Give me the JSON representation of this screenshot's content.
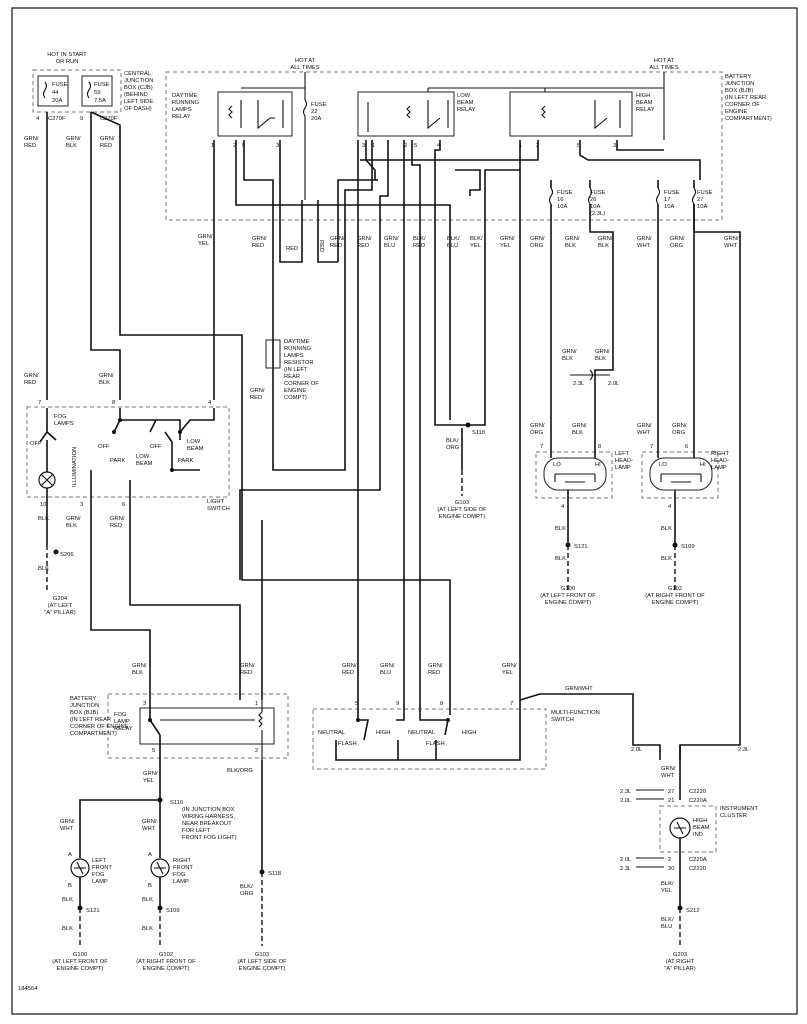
{
  "figure_id": "184564",
  "components": {
    "cjb": {
      "top_label": [
        "HOT IN START",
        "OR RUN"
      ],
      "fuse44": [
        "FUSE",
        "44",
        "20A"
      ],
      "fuse59": [
        "FUSE",
        "59",
        "7.5A"
      ],
      "desc": [
        "CENTRAL",
        "JUNCTION",
        "BOX (CJB)",
        "(BEHIND",
        "LEFT SIDE",
        "OF DASH)"
      ],
      "conn_left": "C270F",
      "conn_right": "C270F",
      "pin4": "4",
      "pin9": "9"
    },
    "hot_all_times_left": [
      "HOT AT",
      "ALL TIMES"
    ],
    "hot_all_times_right": [
      "HOT AT",
      "ALL TIMES"
    ],
    "bjb_top": [
      "BATTERY",
      "JUNCTION",
      "BOX (BJB)",
      "(IN LEFT REAR",
      "CORNER OF",
      "ENGINE",
      "COMPARTMENT)"
    ],
    "drl_relay": {
      "label": [
        "DAYTIME",
        "RUNNING",
        "LAMPS",
        "RELAY"
      ],
      "pins": [
        "1",
        "2",
        "5",
        "3"
      ]
    },
    "fuse22": [
      "FUSE",
      "22",
      "20A"
    ],
    "low_beam_relay": {
      "label": [
        "LOW",
        "BEAM",
        "RELAY"
      ],
      "pins": [
        "3",
        "1",
        "2",
        "5",
        "4"
      ]
    },
    "high_beam_relay": {
      "label": [
        "HIGH",
        "BEAM",
        "RELAY"
      ],
      "pins": [
        "1",
        "2",
        "5",
        "3"
      ]
    },
    "fuse16": [
      "FUSE",
      "16",
      "10A"
    ],
    "fuse26": [
      "FUSE",
      "26",
      "10A",
      "(2.3L)"
    ],
    "fuse17": [
      "FUSE",
      "17",
      "10A"
    ],
    "fuse27": [
      "FUSE",
      "27",
      "10A"
    ],
    "drl_resistor": [
      "DAYTIME",
      "RUNNING",
      "LAMPS",
      "RESISTOR",
      "(IN LEFT",
      "REAR",
      "CORNER OF",
      "ENGINE",
      "COMPT)"
    ],
    "light_switch": {
      "label": [
        "LIGHT",
        "SWITCH"
      ],
      "fog_lamps": [
        "FOG",
        "LAMPS"
      ],
      "off1": "OFF",
      "off2": "OFF",
      "park1": "PARK",
      "low_beam1": [
        "LOW",
        "BEAM"
      ],
      "off3": "OFF",
      "park2": "PARK",
      "low_beam2": [
        "LOW",
        "BEAM"
      ],
      "illumination": "ILLUMINATION",
      "pins": [
        "7",
        "8",
        "4",
        "10",
        "3",
        "6"
      ]
    },
    "s118_top": "S118",
    "g103_top": [
      "G103",
      "(AT LEFT SIDE OF",
      "ENGINE COMPT)"
    ],
    "s206": "S206",
    "g204": [
      "G204",
      "(AT LEFT",
      "\"A\" PILLAR)"
    ],
    "left_headlamp": {
      "label": [
        "LEFT",
        "HEAD-",
        "LAMP"
      ],
      "lo": "LO",
      "hi": "HI",
      "pins": [
        "7",
        "8",
        "4"
      ]
    },
    "right_headlamp": {
      "label": [
        "RIGHT",
        "HEAD-",
        "LAMP"
      ],
      "lo": "LO",
      "hi": "HI",
      "pins": [
        "7",
        "6",
        "4"
      ]
    },
    "s121_top": "S121",
    "g100_top": [
      "G100",
      "(AT LEFT FRONT OF",
      "ENGINE COMPT)"
    ],
    "s109_top": "S109",
    "g102_top": [
      "G102",
      "(AT RIGHT FRONT OF",
      "ENGINE COMPT)"
    ],
    "fog_relay": {
      "bjb": [
        "BATTERY",
        "JUNCTION",
        "BOX (BJB)",
        "(IN LEFT REAR",
        "CORNER OF ENGINE",
        "COMPARTMENT)"
      ],
      "label": [
        "FOG",
        "LAMP",
        "RELAY"
      ],
      "pins": [
        "3",
        "1",
        "5",
        "2"
      ]
    },
    "mfs": {
      "label": [
        "MULTI-FUNCTION",
        "SWITCH"
      ],
      "neutral1": "NEUTRAL",
      "flash1": "FLASH",
      "high1": "HIGH",
      "neutral2": "NEUTRAL",
      "flash2": "FLASH",
      "high2": "HIGH",
      "pins": [
        "5",
        "9",
        "8",
        "7"
      ]
    },
    "s110": [
      "S110",
      "(IN JUNCTION BOX",
      "WIRING HARNESS,",
      "NEAR BREAKOUT",
      "FOR LEFT",
      "FRONT FOG LIGHT)"
    ],
    "left_fog": [
      "LEFT",
      "FRONT",
      "FOG",
      "LAMP"
    ],
    "right_fog": [
      "RIGHT",
      "FRONT",
      "FOG",
      "LAMP"
    ],
    "fog_pins": [
      "A",
      "B",
      "A",
      "B"
    ],
    "s121_bot": "S121",
    "s109_bot": "S109",
    "s118_bot": "S118",
    "g100_bot": [
      "G100",
      "(AT LEFT FRONT OF",
      "ENGINE COMPT)"
    ],
    "g102_bot": [
      "G102",
      "(AT RIGHT FRONT OF",
      "ENGINE COMPT)"
    ],
    "g103_bot": [
      "G103",
      "(AT LEFT SIDE OF",
      "ENGINE COMPT)"
    ],
    "cluster": {
      "label": [
        "INSTRUMENT",
        "CLUSTER"
      ],
      "lamp": [
        "HIGH",
        "BEAM",
        "IND"
      ],
      "rows": [
        [
          "2.3L",
          "27",
          "C2220"
        ],
        [
          "2.0L",
          "21",
          "C220A"
        ],
        [
          "2.0L",
          "2",
          "C220A"
        ],
        [
          "2.3L",
          "30",
          "C2220"
        ]
      ]
    },
    "s212": "S212",
    "g203": [
      "G203",
      "(AT RIGHT",
      "\"A\" PILLAR)"
    ]
  },
  "wires": {
    "w_grn_red_a": [
      "GRN/",
      "RED"
    ],
    "w_grn_blk_a": [
      "GRN/",
      "BLK"
    ],
    "w_grn_red_b": [
      "GRN/",
      "RED"
    ],
    "w_grn_yel_a": [
      "GRN/",
      "YEL"
    ],
    "w_grn_red_c": [
      "GRN/",
      "RED"
    ],
    "w_red_a": "RED",
    "w_red_b": "RED",
    "w_grn_red_d": [
      "GRN/",
      "RED"
    ],
    "w_grn_blu_a": [
      "GRN/",
      "BLU"
    ],
    "w_blk_red_a": [
      "BLK/",
      "RED"
    ],
    "w_blk_blu_a": [
      "BLK/",
      "BLU"
    ],
    "w_blk_yel_a": [
      "BLK/",
      "YEL"
    ],
    "w_grn_yel_b": [
      "GRN/",
      "YEL"
    ],
    "w_grn_org_a": [
      "GRN/",
      "ORG"
    ],
    "w_grn_blk_b": [
      "GRN/",
      "BLK"
    ],
    "w_grn_blk_c": [
      "GRN/",
      "BLK"
    ],
    "w_grn_wht_a": [
      "GRN/",
      "WHT"
    ],
    "w_grn_org_b": [
      "GRN/",
      "ORG"
    ],
    "w_grn_wht_b": [
      "GRN/",
      "WHT"
    ],
    "w_grn_red_e": [
      "GRN/",
      "RED"
    ],
    "w_grn_blk_d": [
      "GRN/",
      "BLK"
    ],
    "w_grn_red_f": [
      "GRN/",
      "RED"
    ],
    "w_grn_blk_e": [
      "GRN/",
      "BLK"
    ],
    "w_grn_blk_f": [
      "GRN/",
      "BLK"
    ],
    "w_23l_a": "2.3L",
    "w_20l_a": "2.0L",
    "w_blk_org_a": [
      "BLK/",
      "ORG"
    ],
    "w_grn_org_c": [
      "GRN/",
      "ORG"
    ],
    "w_grn_blk_g": [
      "GRN/",
      "BLK"
    ],
    "w_grn_org_d": [
      "GRN/",
      "ORG"
    ],
    "w_grn_wht_c": [
      "GRN/",
      "WHT"
    ],
    "w_blk_a": "BLK",
    "w_blk_b": "BLK",
    "w_grn_blk_h": [
      "GRN/",
      "BLK"
    ],
    "w_grn_red_g": [
      "GRN/",
      "RED"
    ],
    "w_blk_c": "BLK",
    "w_blk_d": "BLK",
    "w_blk_e": "BLK",
    "w_blk_f": "BLK",
    "w_grn_blk_i": [
      "GRN/",
      "BLK"
    ],
    "w_grn_red_h": [
      "GRN/",
      "RED"
    ],
    "w_grn_red_i": [
      "GRN/",
      "RED"
    ],
    "w_grn_blu_b": [
      "GRN/",
      "BLU"
    ],
    "w_grn_red_j": [
      "GRN/",
      "RED"
    ],
    "w_grn_yel_c": [
      "GRN/",
      "YEL"
    ],
    "w_grn_wht_d": "GRN/WHT",
    "w_blk_org_b": "BLK/ORG",
    "w_grn_yel_d": [
      "GRN/",
      "YEL"
    ],
    "w_grn_wht_e": [
      "GRN/",
      "WHT"
    ],
    "w_grn_wht_f": [
      "GRN/",
      "WHT"
    ],
    "w_blk_g": "BLK",
    "w_blk_h": "BLK",
    "w_blk_i": "BLK",
    "w_blk_j": "BLK",
    "w_blk_org_c": [
      "BLK/",
      "ORG"
    ],
    "w_20l_b": "2.0L",
    "w_23l_b": "2.3L",
    "w_grn_wht_g": [
      "GRN/",
      "WHT"
    ],
    "w_blk_yel_b": [
      "BLK/",
      "YEL"
    ],
    "w_blk_blu_b": [
      "BLK/",
      "BLU"
    ]
  }
}
